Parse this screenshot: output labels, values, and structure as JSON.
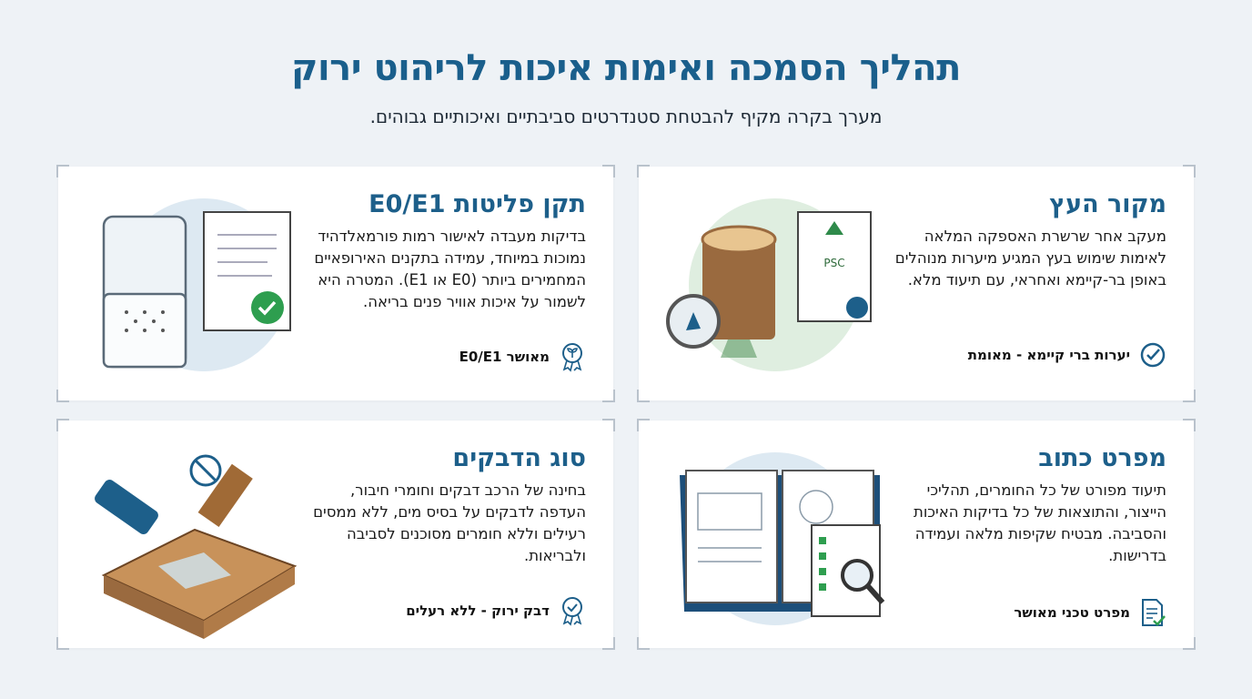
{
  "header": {
    "title": "תהליך הסמכה ואימות איכות לריהוט ירוק",
    "subtitle": "מערך בקרה מקיף להבטחת סטנדרטים סביבתיים ואיכותיים גבוהים."
  },
  "cards": [
    {
      "title": "מקור העץ",
      "body": "מעקב אחר שרשרת האספקה המלאה לאימות שימוש בעץ המגיע מיערות מנוהלים באופן בר-קיימא ואחראי, עם תיעוד מלא.",
      "badge": "יערות ברי קיימא - מאומת",
      "badge_icon": "check-circle-icon",
      "illustration_label": "PSC"
    },
    {
      "title": "תקן פליטות E0/E1",
      "body": "בדיקות מעבדה לאישור רמות פורמאלדהיד נמוכות במיוחד, עמידה בתקנים האירופאיים המחמירים ביותר (E0 או E1). המטרה היא לשמור על איכות אוויר פנים בריאה.",
      "badge": "מאושר E0/E1",
      "badge_icon": "leaf-award-icon"
    },
    {
      "title": "מפרט כתוב",
      "body": "תיעוד מפורט של כל החומרים, תהליכי הייצור, והתוצאות של כל בדיקות האיכות והסביבה. מבטיח שקיפות מלאה ועמידה בדרישות.",
      "badge": "מפרט טכני מאושר",
      "badge_icon": "document-check-icon"
    },
    {
      "title": "סוג הדבקים",
      "body": "בחינה של הרכב דבקים וחומרי חיבור, העדפה לדבקים על בסיס מים, ללא ממסים רעילים וללא חומרים מסוכנים לסביבה ולבריאות.",
      "badge": "דבק ירוק - ללא רעלים",
      "badge_icon": "check-award-icon"
    }
  ],
  "colors": {
    "accent": "#1d5f8a",
    "green": "#2e9e4f",
    "background": "#eef2f6"
  }
}
